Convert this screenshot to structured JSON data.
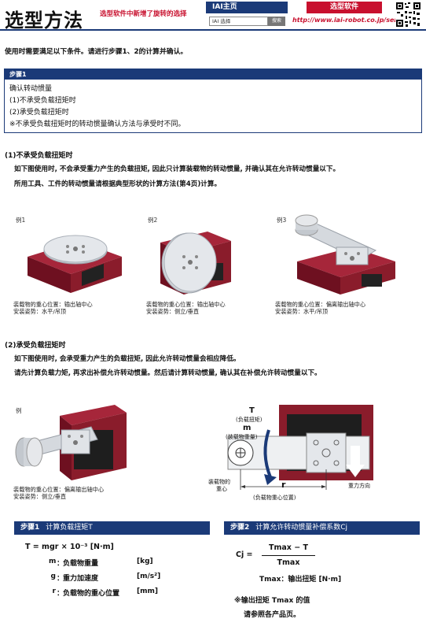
{
  "header": {
    "title": "选型方法",
    "tagline": "选型软件中新增了旋转的选择",
    "iai_home": "IAI主页",
    "software": "选型软件",
    "search_value": "IAI 选择",
    "search_button": "搜索",
    "url": "http://www.iai-robot.co.jp/sentei/"
  },
  "intro": "使用时需要满足以下条件。请进行步骤1、2的计算并确认。",
  "step1_box": {
    "heading": "步骤1",
    "lines": [
      "确认转动惯量",
      "(1)不承受负载扭矩时",
      "(2)承受负载扭矩时",
      "※不承受负载扭矩时的转动惯量确认方法与承受时不同。"
    ]
  },
  "section1": {
    "title": "(1)不承受负载扭矩时",
    "text1": "如下图使用时, 不会承受重力产生的负载扭矩, 因此只计算装载物的转动惯量, 并确认其在允许转动惯量以下。",
    "text2": "所用工具、工件的转动惯量请根据典型形状的计算方法(第4页)计算。",
    "examples": [
      {
        "label": "例1",
        "caption1": "装载物的重心位置：输出轴中心",
        "caption2": "安装姿势：水平/吊顶"
      },
      {
        "label": "例2",
        "caption1": "装载物的重心位置：输出轴中心",
        "caption2": "安装姿势：侧立/垂直"
      },
      {
        "label": "例3",
        "caption1": "装载物的重心位置：偏离输出轴中心",
        "caption2": "安装姿势：水平/吊顶"
      }
    ]
  },
  "section2": {
    "title": "(2)承受负载扭矩时",
    "text1": "如下图使用时, 会承受重力产生的负载扭矩, 因此允许转动惯量会相应降低。",
    "text2": "请先计算负载力矩, 再求出补偿允许转动惯量。然后请计算转动惯量, 确认其在补偿允许转动惯量以下。",
    "example": {
      "label": "例",
      "caption1": "装载物的重心位置：偏离输出轴中心",
      "caption2": "安装姿势：侧立/垂直"
    },
    "diagram": {
      "T": "T",
      "T_desc": "(负载扭矩)",
      "m": "m",
      "m_desc": "(装载物重量)",
      "cog": "装载物的",
      "cog2": "重心",
      "r": "r",
      "r_desc": "(负载物重心位置)",
      "gravity": "重力方向"
    }
  },
  "calc_step1": {
    "label": "步骤1",
    "title": "计算负载扭矩T",
    "formula": "T = mgr × 10⁻³ [N·m]",
    "vars": [
      {
        "sym": "m",
        "desc": "负载物重量",
        "unit": "[kg]"
      },
      {
        "sym": "g",
        "desc": "重力加速度",
        "unit": "[m/s²]"
      },
      {
        "sym": "r",
        "desc": "负载物的重心位置",
        "unit": "[mm]"
      }
    ]
  },
  "calc_step2": {
    "label": "步骤2",
    "title": "计算允许转动惯量补偿系数Cj",
    "cj": "Cj =",
    "numerator": "Tmax − T",
    "denominator": "Tmax",
    "tmax_def": "Tmax：输出扭矩 [N·m]",
    "note1": "※输出扭矩 Tmax 的值",
    "note2": "请参照各产品页。"
  },
  "colors": {
    "navy": "#1b3a78",
    "red": "#c8102e",
    "actuator": "#8a1c2b"
  }
}
